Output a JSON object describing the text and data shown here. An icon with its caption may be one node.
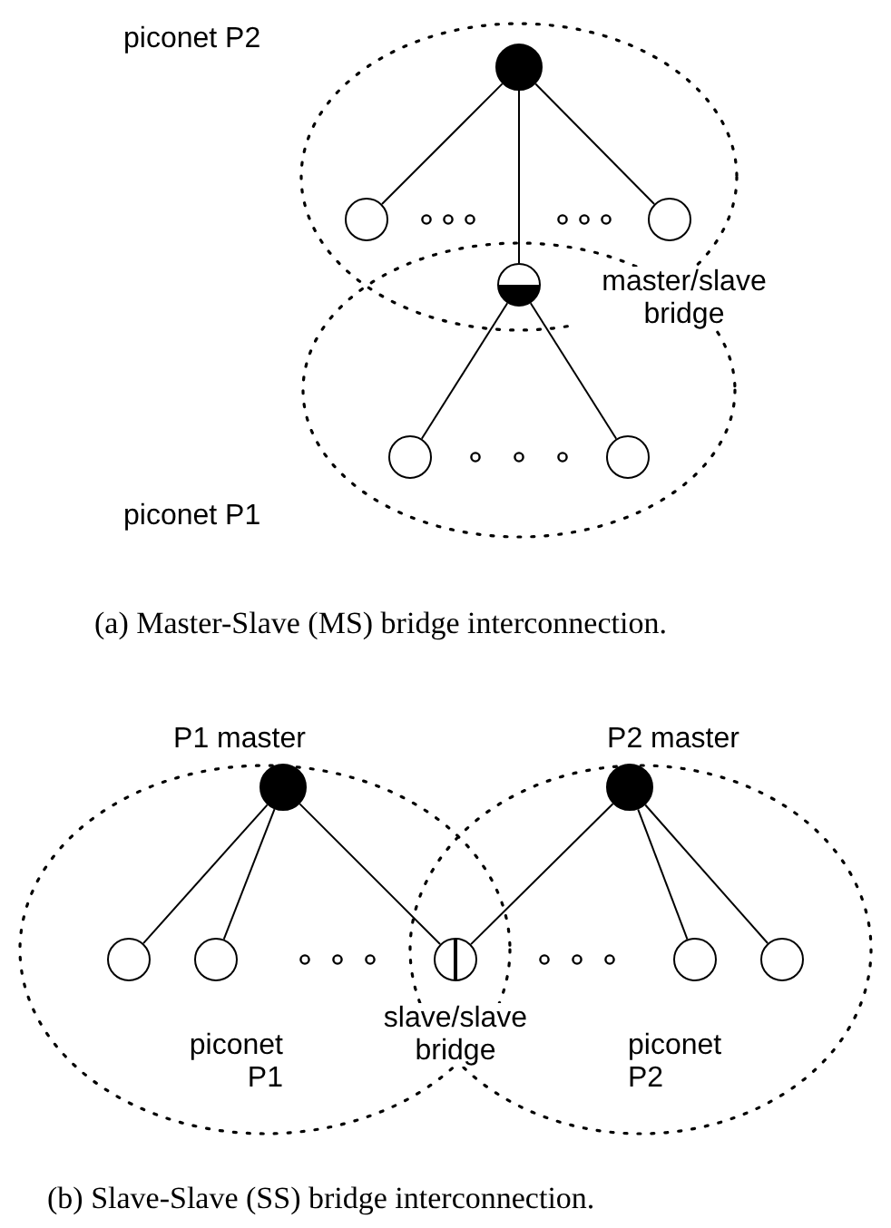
{
  "diagram": {
    "nodes": [
      {
        "text": [
          "piconet P2"
        ]
      },
      {
        "text": [],
        "shape": "circle",
        "in": 0
      },
      {
        "text": [],
        "shape": "circle",
        "in": 0
      },
      {
        "text": [],
        "shape": "circle",
        "in": 0
      },
      {
        "text": [
          "piconet P1"
        ]
      },
      {
        "text": [],
        "shape": "circle"
      },
      {
        "text": [],
        "shape": "circle",
        "in": 4
      },
      {
        "text": [],
        "shape": "circle",
        "in": 4
      },
      {
        "text": [
          "piconet P1"
        ]
      },
      {
        "text": [],
        "shape": "circle",
        "in": 8,
        "beside": [
          "P1 master"
        ]
      },
      {
        "text": [],
        "shape": "circle",
        "in": 8
      },
      {
        "text": [],
        "shape": "circle",
        "in": 8
      },
      {
        "text": [
          "piconet P2"
        ]
      },
      {
        "text": [],
        "shape": "circle",
        "in": 12,
        "beside": [
          "P2 master"
        ]
      },
      {
        "text": [],
        "shape": "circle",
        "beside": [
          "slave/slave bridge"
        ]
      },
      {
        "text": [],
        "shape": "circle",
        "in": 12
      },
      {
        "text": [],
        "shape": "circle",
        "in": 12
      }
    ],
    "edges": [
      {
        "from": 1,
        "to": 2,
        "arrow": "none"
      },
      {
        "from": 1,
        "to": 3,
        "arrow": "none"
      },
      {
        "from": 1,
        "to": 5,
        "arrow": "none"
      },
      {
        "from": 5,
        "to": 6,
        "arrow": "none"
      },
      {
        "from": 5,
        "to": 7,
        "arrow": "none"
      },
      {
        "from": 9,
        "to": 10,
        "arrow": "none"
      },
      {
        "from": 9,
        "to": 11,
        "arrow": "none"
      },
      {
        "from": 9,
        "to": 14,
        "arrow": "none"
      },
      {
        "from": 13,
        "to": 14,
        "arrow": "none"
      },
      {
        "from": 13,
        "to": 15,
        "arrow": "none"
      },
      {
        "from": 13,
        "to": 16,
        "arrow": "none"
      }
    ],
    "labels": [
      "master/slave bridge",
      "(a) Master-Slave (MS) bridge interconnection.",
      "(b) Slave-Slave (SS) bridge interconnection."
    ]
  }
}
